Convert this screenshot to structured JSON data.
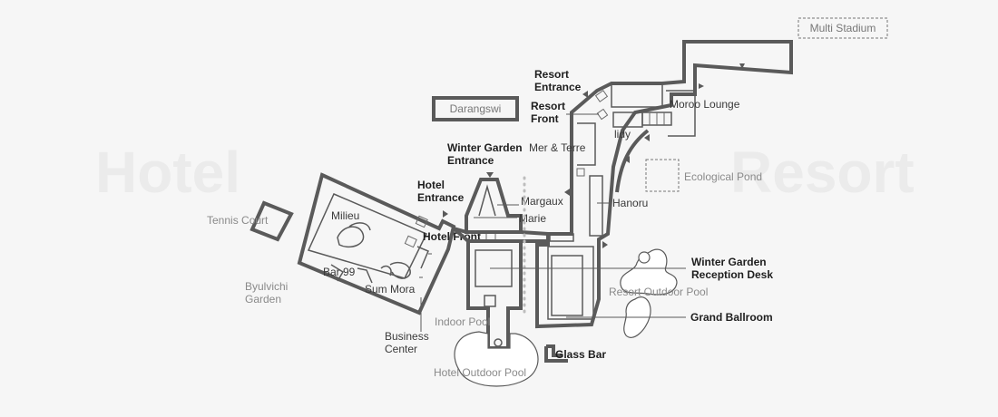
{
  "zones": {
    "hotel": "Hotel",
    "resort": "Resort"
  },
  "places": {
    "multi_stadium": "Multi Stadium",
    "darangswi": "Darangswi",
    "resort_entrance": [
      "Resort",
      "Entrance"
    ],
    "resort_front": [
      "Resort",
      "Front"
    ],
    "moroo_lounge": "Moroo Lounge",
    "winter_garden_entrance": [
      "Winter Garden",
      "Entrance"
    ],
    "mer_terre": "Mer & Terre",
    "lidy": "lidy",
    "ecological_pond": "Ecological Pond",
    "hotel_entrance": [
      "Hotel",
      "Entrance"
    ],
    "margaux": "Margaux",
    "marie": "Marie",
    "hanoru": "Hanoru",
    "tennis_court": "Tennis Court",
    "milieu": "Milieu",
    "hotel_front": "Hotel Front",
    "bar_99": "Bar 99",
    "sum_mora": "Sum Mora",
    "byulvichi_garden": [
      "Byulvichi",
      "Garden"
    ],
    "business_center": [
      "Business",
      "Center"
    ],
    "winter_garden_reception_desk": [
      "Winter Garden",
      "Reception Desk"
    ],
    "resort_outdoor_pool": "Resort Outdoor Pool",
    "grand_ballroom": "Grand Ballroom",
    "indoor_pool": "Indoor Pool",
    "glass_bar": "Glass Bar",
    "hotel_outdoor_pool": "Hotel Outdoor Pool"
  }
}
